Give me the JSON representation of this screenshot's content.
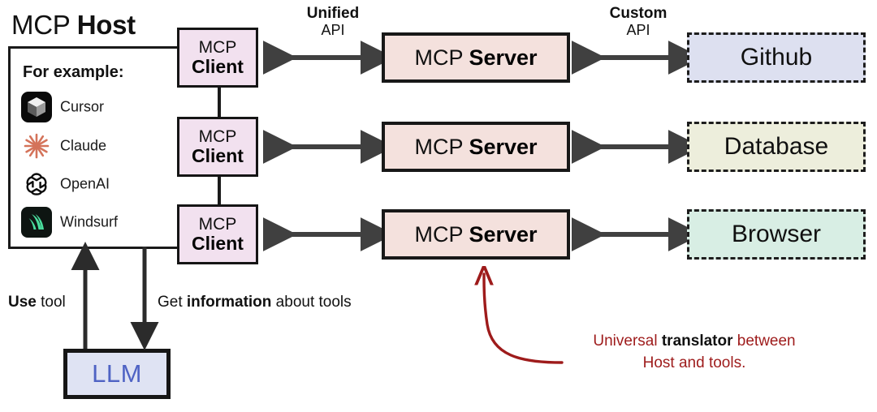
{
  "host": {
    "title_regular": "MCP ",
    "title_bold": "Host",
    "example_heading": "For example:",
    "examples": [
      {
        "icon": "cursor-icon",
        "label": "Cursor"
      },
      {
        "icon": "claude-icon",
        "label": "Claude"
      },
      {
        "icon": "openai-icon",
        "label": "OpenAI"
      },
      {
        "icon": "windsurf-icon",
        "label": "Windsurf"
      }
    ]
  },
  "clients": [
    {
      "line1": "MCP",
      "line2": "Client"
    },
    {
      "line1": "MCP",
      "line2": "Client"
    },
    {
      "line1": "MCP",
      "line2": "Client"
    }
  ],
  "servers": [
    {
      "regular": "MCP ",
      "bold": "Server"
    },
    {
      "regular": "MCP ",
      "bold": "Server"
    },
    {
      "regular": "MCP ",
      "bold": "Server"
    }
  ],
  "tools": [
    {
      "label": "Github",
      "color": "#dde0f0"
    },
    {
      "label": "Database",
      "color": "#edeedc"
    },
    {
      "label": "Browser",
      "color": "#d8eee4"
    }
  ],
  "connection_labels": {
    "left": {
      "bold": "Unified",
      "regular": "API"
    },
    "right": {
      "bold": "Custom",
      "regular": "API"
    }
  },
  "flows": {
    "use_tool_bold": "Use",
    "use_tool_rest": " tool",
    "get_info_pre": "Get ",
    "get_info_bold": "information",
    "get_info_post": " about tools"
  },
  "llm": {
    "label": "LLM",
    "text_color": "#4f63c4",
    "fill": "#dfe3f3"
  },
  "annotation": {
    "line1_pre": "Universal ",
    "line1_bold": "translator",
    "line1_post": " between",
    "line2": "Host and tools.",
    "color": "#9e1b1b"
  },
  "palette": {
    "client_fill": "#f2e1ef",
    "server_fill": "#f4e1dd",
    "stroke": "#1a1a1a",
    "arrow": "#404040",
    "claude_orange": "#d4735a",
    "windsurf_green": "#4ade9e"
  }
}
